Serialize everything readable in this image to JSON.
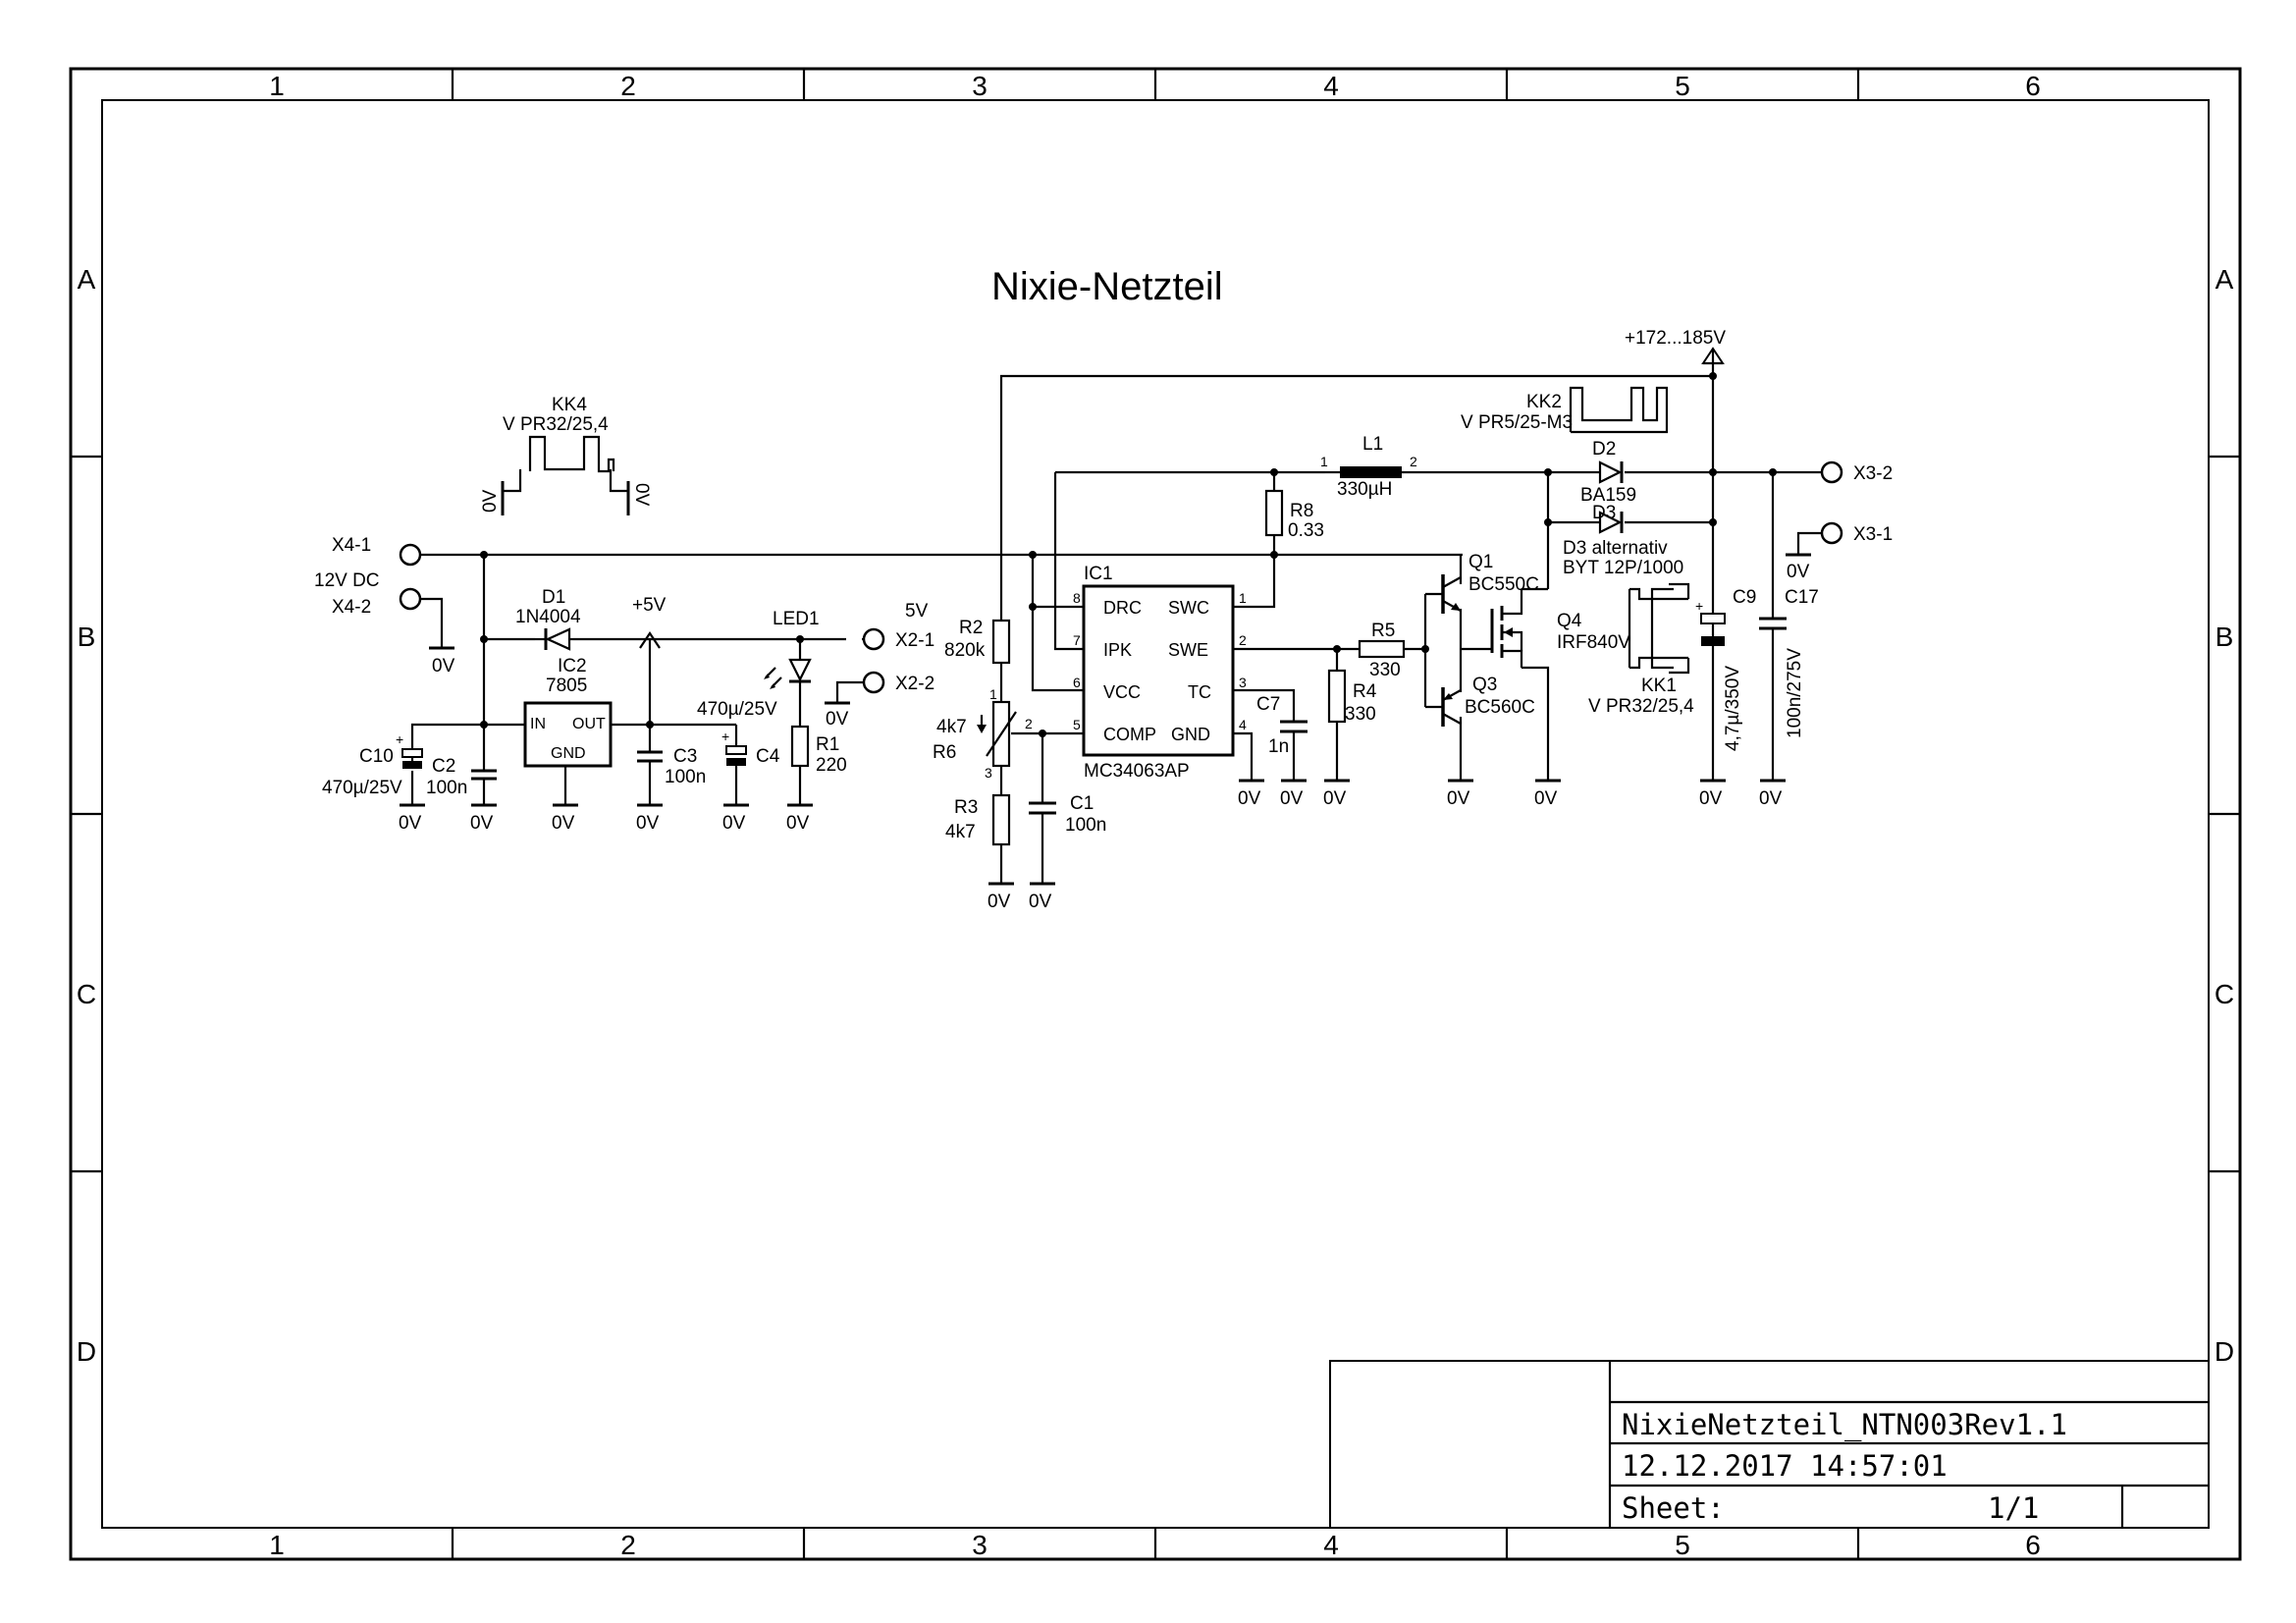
{
  "title": "Nixie-Netzteil",
  "frame": {
    "columns": [
      "1",
      "2",
      "3",
      "4",
      "5",
      "6"
    ],
    "rows": [
      "A",
      "B",
      "C",
      "D"
    ]
  },
  "title_block": {
    "name": "NixieNetzteil_NTN003Rev1.1",
    "date": "12.12.2017 14:57:01",
    "sheet_label": "Sheet:",
    "sheet_value": "1/1"
  },
  "labels": {
    "kk4": "KK4",
    "kk4_val": "V PR32/25,4",
    "kk2": "KK2",
    "kk2_val": "V PR5/25-M3",
    "kk1": "KK1",
    "kk1_val": "V PR32/25,4",
    "x4_1": "X4-1",
    "x4_2": "X4-2",
    "x4_note": "12V DC",
    "x2_1": "X2-1",
    "x2_2": "X2-2",
    "x2_note": "5V",
    "x3_1": "X3-1",
    "x3_2": "X3-2",
    "hv": "+172...185V",
    "p5v": "+5V",
    "d1": "D1",
    "d1_val": "1N4004",
    "ic2": "IC2",
    "ic2_val": "7805",
    "ic2_in": "IN",
    "ic2_out": "OUT",
    "ic2_gnd": "GND",
    "led1": "LED1",
    "c10": "C10",
    "c10_val": "470µ/25V",
    "c2": "C2",
    "c2_val": "100n",
    "c3": "C3",
    "c3_val": "100n",
    "c4": "C4",
    "c4_val": "470µ/25V",
    "r1": "R1",
    "r1_val": "220",
    "r2": "R2",
    "r2_val": "820k",
    "r6": "R6",
    "r6_val": "4k7",
    "r3": "R3",
    "r3_val": "4k7",
    "c1": "C1",
    "c1_val": "100n",
    "ic1": "IC1",
    "ic1_val": "MC34063AP",
    "ic1_drc": "DRC",
    "ic1_ipk": "IPK",
    "ic1_vcc": "VCC",
    "ic1_comp": "COMP",
    "ic1_swc": "SWC",
    "ic1_swe": "SWE",
    "ic1_tc": "TC",
    "ic1_gnd": "GND",
    "c7": "C7",
    "c7_val": "1n",
    "r8": "R8",
    "r8_val": "0.33",
    "l1": "L1",
    "l1_val": "330µH",
    "r5": "R5",
    "r5_val": "330",
    "r4": "R4",
    "r4_val": "330",
    "q1": "Q1",
    "q1_val": "BC550C",
    "q3": "Q3",
    "q3_val": "BC560C",
    "q4": "Q4",
    "q4_val": "IRF840V",
    "d2": "D2",
    "d2_val": "BA159",
    "d3": "D3",
    "d3_note1": "D3 alternativ",
    "d3_note2": "BYT 12P/1000",
    "c9": "C9",
    "c9_val": "4,7µ/350V",
    "c17": "C17",
    "c17_val": "100n/275V",
    "gnd": "0V"
  }
}
